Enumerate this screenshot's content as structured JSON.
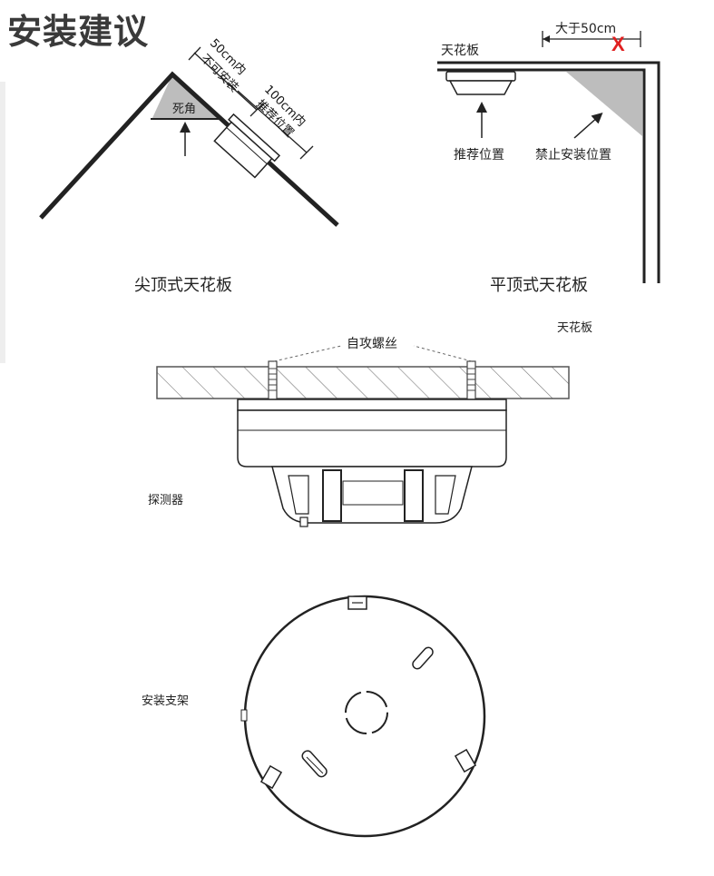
{
  "page_title": "安装建议",
  "pitched": {
    "caption": "尖顶式天花板",
    "dead_angle": "死角",
    "within_50": "50cm内",
    "no_install": "不可安装",
    "within_100": "100cm内",
    "recommended": "推荐位置"
  },
  "flat": {
    "caption": "平顶式天花板",
    "ceiling": "天花板",
    "more_than_50": "大于50cm",
    "recommended": "推荐位置",
    "forbidden": "禁止安装位置",
    "x_mark": "X"
  },
  "assembly": {
    "ceiling": "天花板",
    "screws": "自攻螺丝",
    "detector": "探测器"
  },
  "bracket": {
    "label": "安装支架"
  },
  "colors": {
    "line": "#222222",
    "dead_zone": "#bdbdbd",
    "x_mark": "#e02020"
  }
}
